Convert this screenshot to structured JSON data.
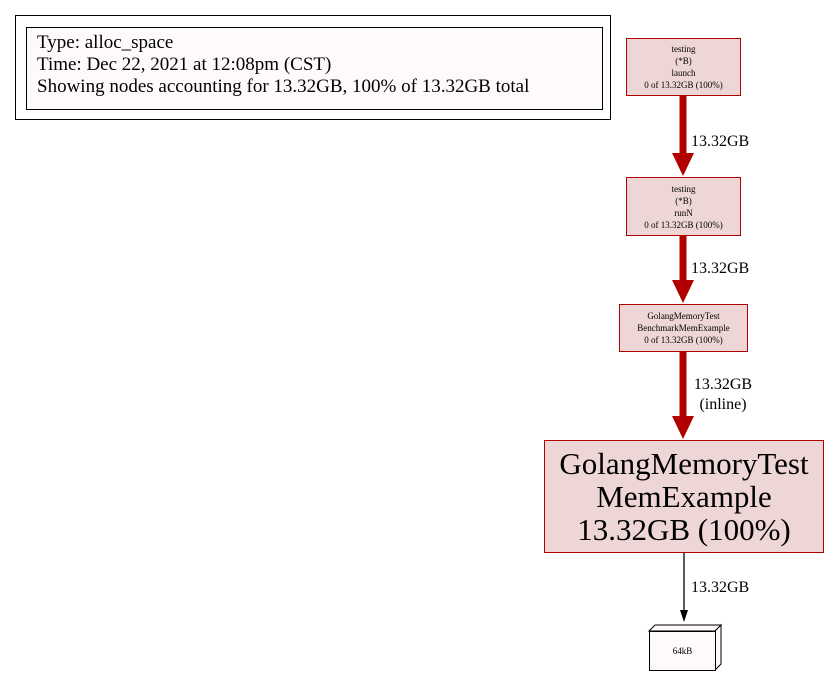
{
  "legend": {
    "line1": "Type: alloc_space",
    "line2": "Time: Dec 22, 2021 at 12:08pm (CST)",
    "line3": "Showing nodes accounting for 13.32GB, 100% of 13.32GB total"
  },
  "nodes": {
    "launch": {
      "l1": "testing",
      "l2": "(*B)",
      "l3": "launch",
      "l4": "0 of 13.32GB (100%)"
    },
    "runN": {
      "l1": "testing",
      "l2": "(*B)",
      "l3": "runN",
      "l4": "0 of 13.32GB (100%)"
    },
    "bench": {
      "l1": "GolangMemoryTest",
      "l2": "BenchmarkMemExample",
      "l3": "0 of 13.32GB (100%)"
    },
    "mem": {
      "l1": "GolangMemoryTest",
      "l2": "MemExample",
      "l3": "13.32GB (100%)"
    },
    "leaf": {
      "label": "64kB"
    }
  },
  "edges": {
    "e1": "13.32GB",
    "e2": "13.32GB",
    "e3": "13.32GB",
    "e3_note": "(inline)",
    "e4": "13.32GB"
  },
  "colors": {
    "hot_edge": "#b20000",
    "node_fill": "#edd6d5",
    "node_border": "#b20000",
    "legend_fill": "#fdf9fd"
  }
}
